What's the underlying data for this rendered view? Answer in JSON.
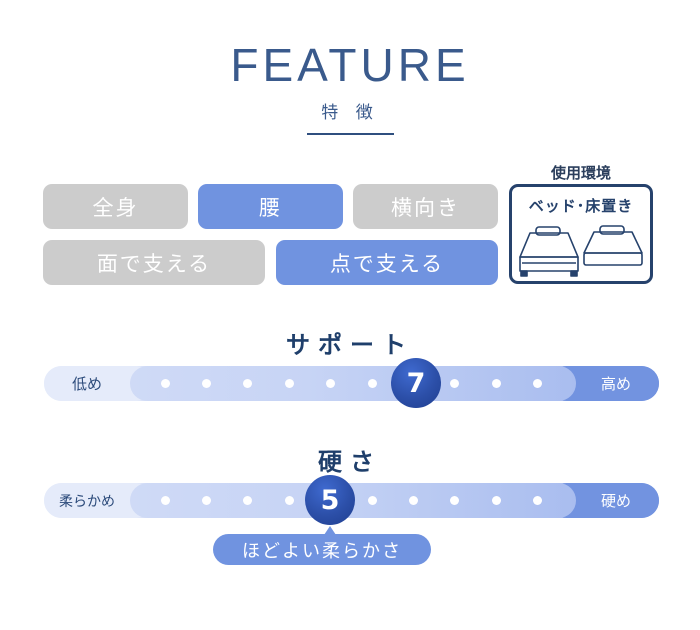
{
  "header": {
    "title": "FEATURE",
    "subtitle": "特 徴"
  },
  "tags": [
    {
      "label": "全身",
      "active": false
    },
    {
      "label": "腰",
      "active": true
    },
    {
      "label": "横向き",
      "active": false
    },
    {
      "label": "面で支える",
      "active": false
    },
    {
      "label": "点で支える",
      "active": true
    }
  ],
  "environment": {
    "label": "使用環境",
    "value": "ベッド･床置き",
    "icons": [
      "bed-icon",
      "floor-mattress-icon"
    ]
  },
  "scales": [
    {
      "title": "サポート",
      "low_label": "低め",
      "high_label": "高め",
      "value": "7",
      "steps": 10
    },
    {
      "title": "硬さ",
      "low_label": "柔らかめ",
      "high_label": "硬め",
      "value": "5",
      "steps": 10,
      "note": "ほどよい柔らかさ"
    }
  ],
  "colors": {
    "accent": "#7093e0",
    "inactive": "#cccccc",
    "navy": "#26426c",
    "knob": "#2c4fa8"
  }
}
